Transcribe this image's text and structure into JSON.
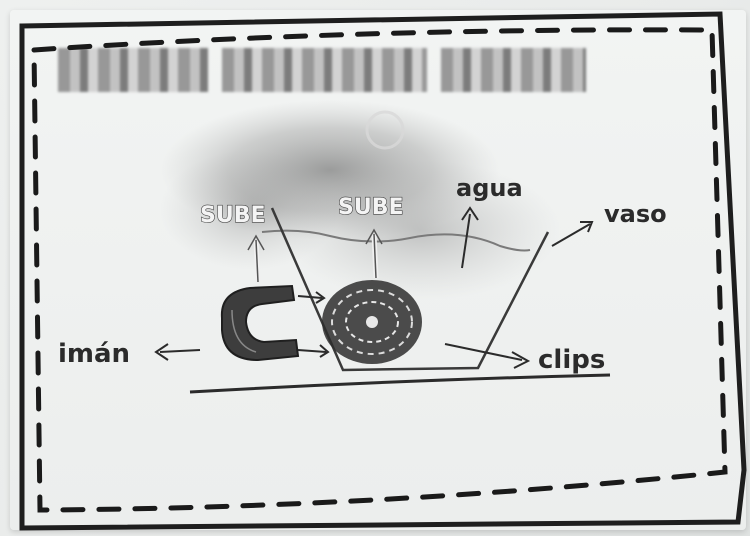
{
  "labels": {
    "sube_left": "SUBE",
    "sube_right": "SUBE",
    "agua": "agua",
    "vaso": "vaso",
    "iman": "imán",
    "clips": "clips"
  },
  "colors": {
    "ink": "#2b2b2b",
    "paper": "#eef0ef",
    "smudge": "#8a8a8a"
  }
}
